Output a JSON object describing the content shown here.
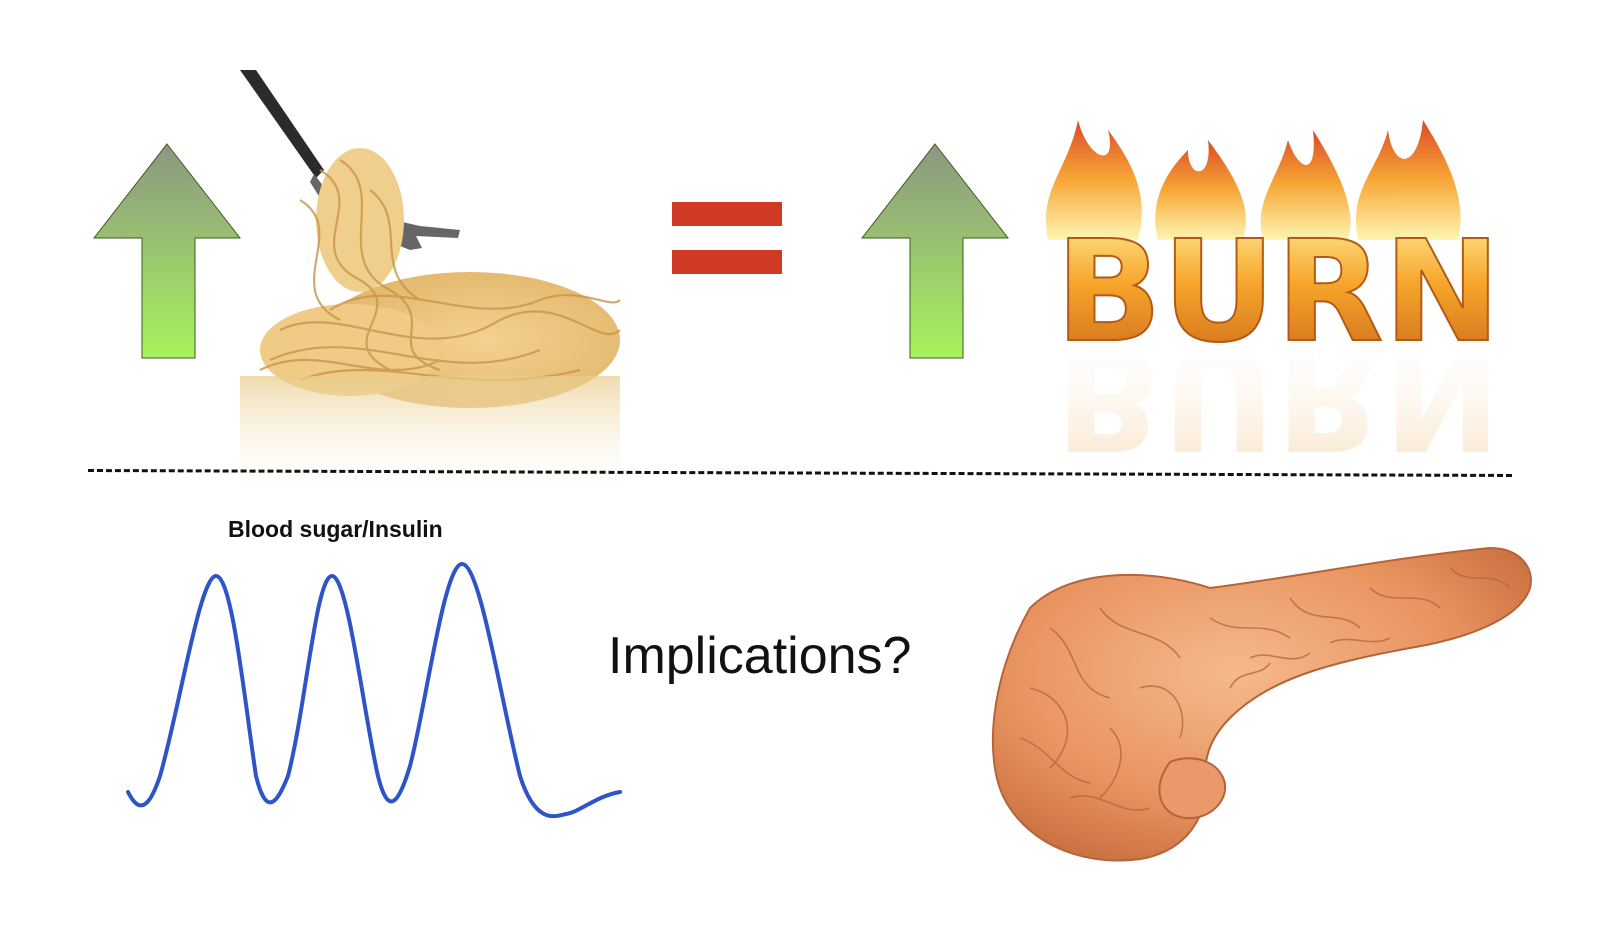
{
  "left_group": {
    "arrow": {
      "icon": "up-arrow-icon",
      "gradient_top": "#8c9682",
      "gradient_bottom": "#a7f45c"
    },
    "image": {
      "icon": "spaghetti-fork-icon"
    }
  },
  "operator": {
    "icon": "equals-icon",
    "color": "#d03a24"
  },
  "right_group": {
    "arrow": {
      "icon": "up-arrow-icon",
      "gradient_top": "#8c9682",
      "gradient_bottom": "#a7f45c"
    },
    "burn_word": "BURN"
  },
  "curve": {
    "label": "Blood sugar/Insulin",
    "color": "#2d55c8"
  },
  "question": "Implications?",
  "organ": {
    "icon": "pancreas-icon",
    "color": "#e8935f"
  }
}
